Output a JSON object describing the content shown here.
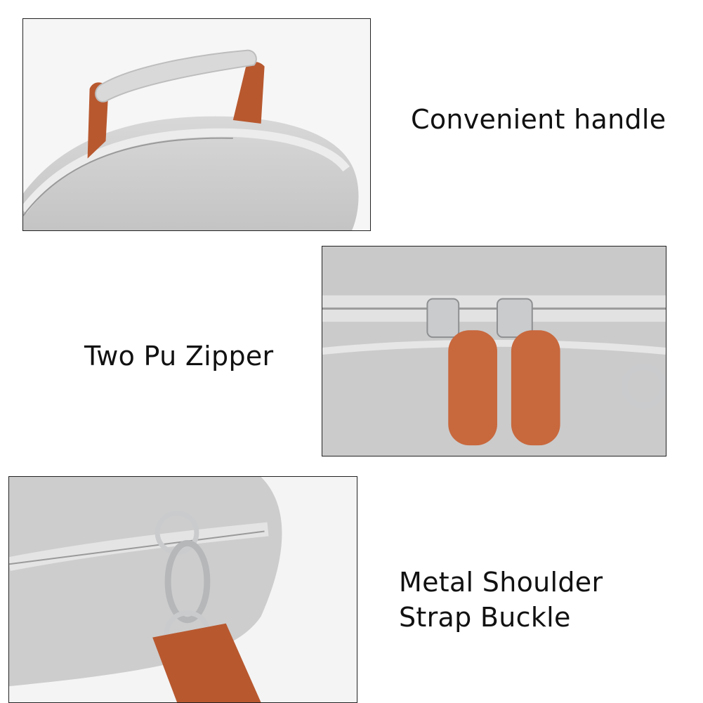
{
  "colors": {
    "fabric": "#cfcfcf",
    "fabric_dark": "#b4b4b4",
    "zipper_tape": "#e0e0e0",
    "strap": "#b8582f",
    "puller": "#c8683d",
    "metal": "#c9cbcd"
  },
  "features": [
    {
      "caption": "Convenient handle",
      "photo": "handle-photo"
    },
    {
      "caption": "Two Pu Zipper",
      "photo": "zipper-photo"
    },
    {
      "caption_line1": "Metal Shoulder",
      "caption_line2": "Strap Buckle",
      "photo": "buckle-photo"
    }
  ]
}
